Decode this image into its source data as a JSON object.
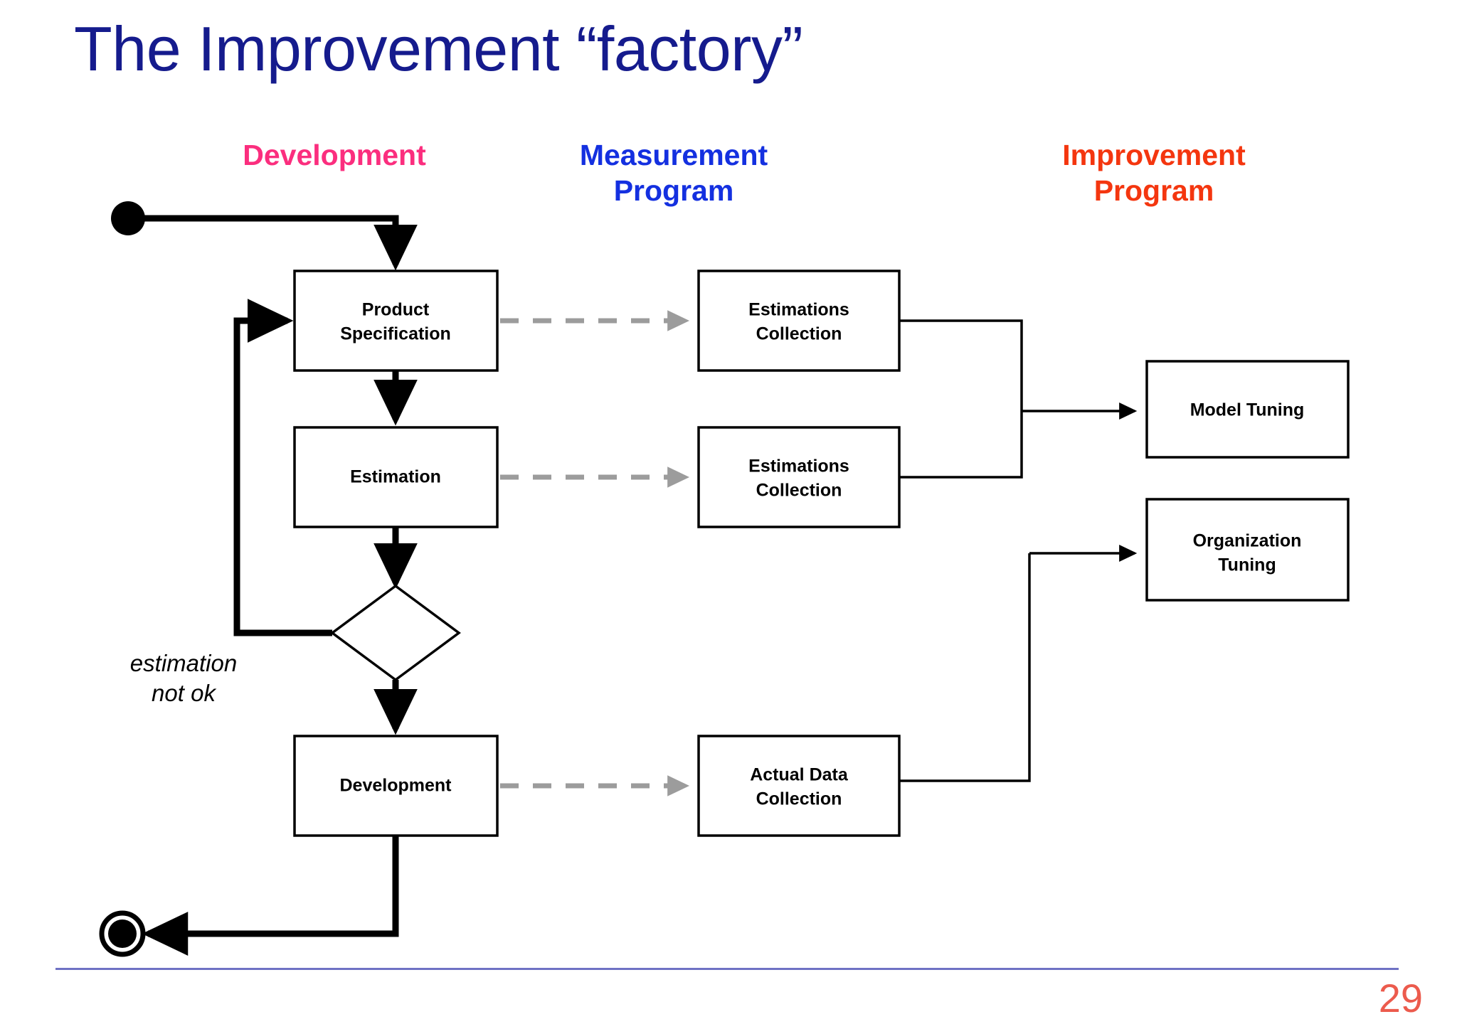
{
  "slide": {
    "title": "The Improvement “factory”",
    "page_number": "29",
    "title_color": "#151B8D",
    "footer_rule_color": "#6F72C4",
    "page_number_color": "#EC5B4D",
    "background": "#ffffff"
  },
  "columns": [
    {
      "id": "development",
      "label": "Development",
      "color": "#FB2E7E"
    },
    {
      "id": "measurement",
      "label": "Measurement\nProgram",
      "color": "#1430E0"
    },
    {
      "id": "improvement",
      "label": "Improvement\nProgram",
      "color": "#F4360F"
    }
  ],
  "diagram": {
    "type": "activity-flowchart",
    "nodes": [
      {
        "id": "start",
        "kind": "initial-node",
        "label": ""
      },
      {
        "id": "product-specification",
        "kind": "activity-box",
        "label": "Product\nSpecification",
        "column": "development"
      },
      {
        "id": "estimation",
        "kind": "activity-box",
        "label": "Estimation",
        "column": "development"
      },
      {
        "id": "decision",
        "kind": "decision-diamond",
        "label": "",
        "column": "development"
      },
      {
        "id": "development-activity",
        "kind": "activity-box",
        "label": "Development",
        "column": "development"
      },
      {
        "id": "estimations-collection-1",
        "kind": "activity-box",
        "label": "Estimations\nCollection",
        "column": "measurement"
      },
      {
        "id": "estimations-collection-2",
        "kind": "activity-box",
        "label": "Estimations\nCollection",
        "column": "measurement"
      },
      {
        "id": "actual-data-collection",
        "kind": "activity-box",
        "label": "Actual Data\nCollection",
        "column": "measurement"
      },
      {
        "id": "model-tuning",
        "kind": "activity-box",
        "label": "Model Tuning",
        "column": "improvement"
      },
      {
        "id": "organization-tuning",
        "kind": "activity-box",
        "label": "Organization\nTuning",
        "column": "improvement"
      },
      {
        "id": "end",
        "kind": "final-node",
        "label": ""
      }
    ],
    "guards": [
      {
        "id": "estimation-not-ok",
        "label": "estimation\nnot ok"
      }
    ],
    "edges": [
      {
        "from": "start",
        "to": "product-specification",
        "style": "solid"
      },
      {
        "from": "product-specification",
        "to": "estimation",
        "style": "solid"
      },
      {
        "from": "estimation",
        "to": "decision",
        "style": "solid"
      },
      {
        "from": "decision",
        "to": "product-specification",
        "style": "solid",
        "guard": "estimation not ok"
      },
      {
        "from": "decision",
        "to": "development-activity",
        "style": "solid"
      },
      {
        "from": "development-activity",
        "to": "end",
        "style": "solid"
      },
      {
        "from": "product-specification",
        "to": "estimations-collection-1",
        "style": "dashed"
      },
      {
        "from": "estimation",
        "to": "estimations-collection-2",
        "style": "dashed"
      },
      {
        "from": "development-activity",
        "to": "actual-data-collection",
        "style": "dashed"
      },
      {
        "from": "estimations-collection-1",
        "to": "model-tuning",
        "style": "solid"
      },
      {
        "from": "estimations-collection-2",
        "to": "model-tuning",
        "style": "solid"
      },
      {
        "from": "actual-data-collection",
        "to": "organization-tuning",
        "style": "solid"
      }
    ],
    "colors": {
      "node_stroke": "#000000",
      "node_fill": "#ffffff",
      "solid_edge": "#000000",
      "dashed_edge": "#9C9C9C"
    }
  }
}
